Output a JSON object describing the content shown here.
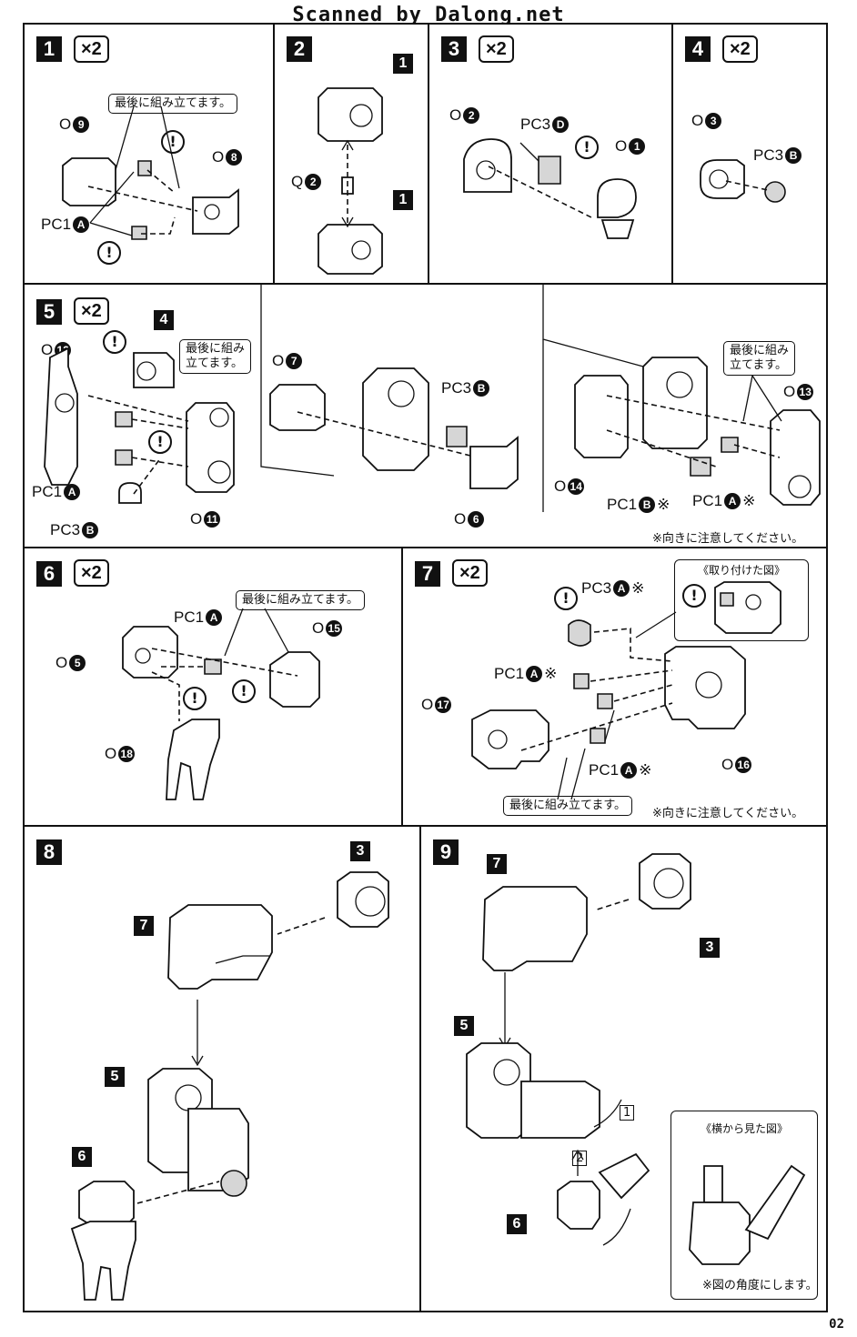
{
  "header": "Scanned by Dalong.net",
  "page_number": "02",
  "notes": {
    "assemble_last": "最後に組み立てます。",
    "assemble_last_2a": "最後に組み",
    "assemble_last_2b": "立てます。",
    "direction": "※向きに注意してください。",
    "attached_view": "《取り付けた図》",
    "side_view": "《横から見た図》",
    "angle_note": "※図の角度にします。"
  },
  "steps": [
    {
      "num": "1",
      "mult": "×2"
    },
    {
      "num": "2"
    },
    {
      "num": "3",
      "mult": "×2"
    },
    {
      "num": "4",
      "mult": "×2"
    },
    {
      "num": "5",
      "mult": "×2"
    },
    {
      "num": "6",
      "mult": "×2"
    },
    {
      "num": "7",
      "mult": "×2"
    },
    {
      "num": "8"
    },
    {
      "num": "9"
    }
  ],
  "labels": {
    "O": "O",
    "Q": "Q",
    "PC1": "PC1",
    "PC3": "PC3",
    "A": "A",
    "B": "B",
    "D": "D",
    "mark": "※",
    "n1": "1",
    "n2": "2",
    "n3": "3",
    "n4": "4",
    "n5": "5",
    "n6": "6",
    "n7": "7",
    "n8": "8",
    "n9": "9",
    "n11": "11",
    "n12": "12",
    "n13": "13",
    "n14": "14",
    "n15": "15",
    "n16": "16",
    "n17": "17",
    "n18": "18",
    "warn": "!"
  }
}
